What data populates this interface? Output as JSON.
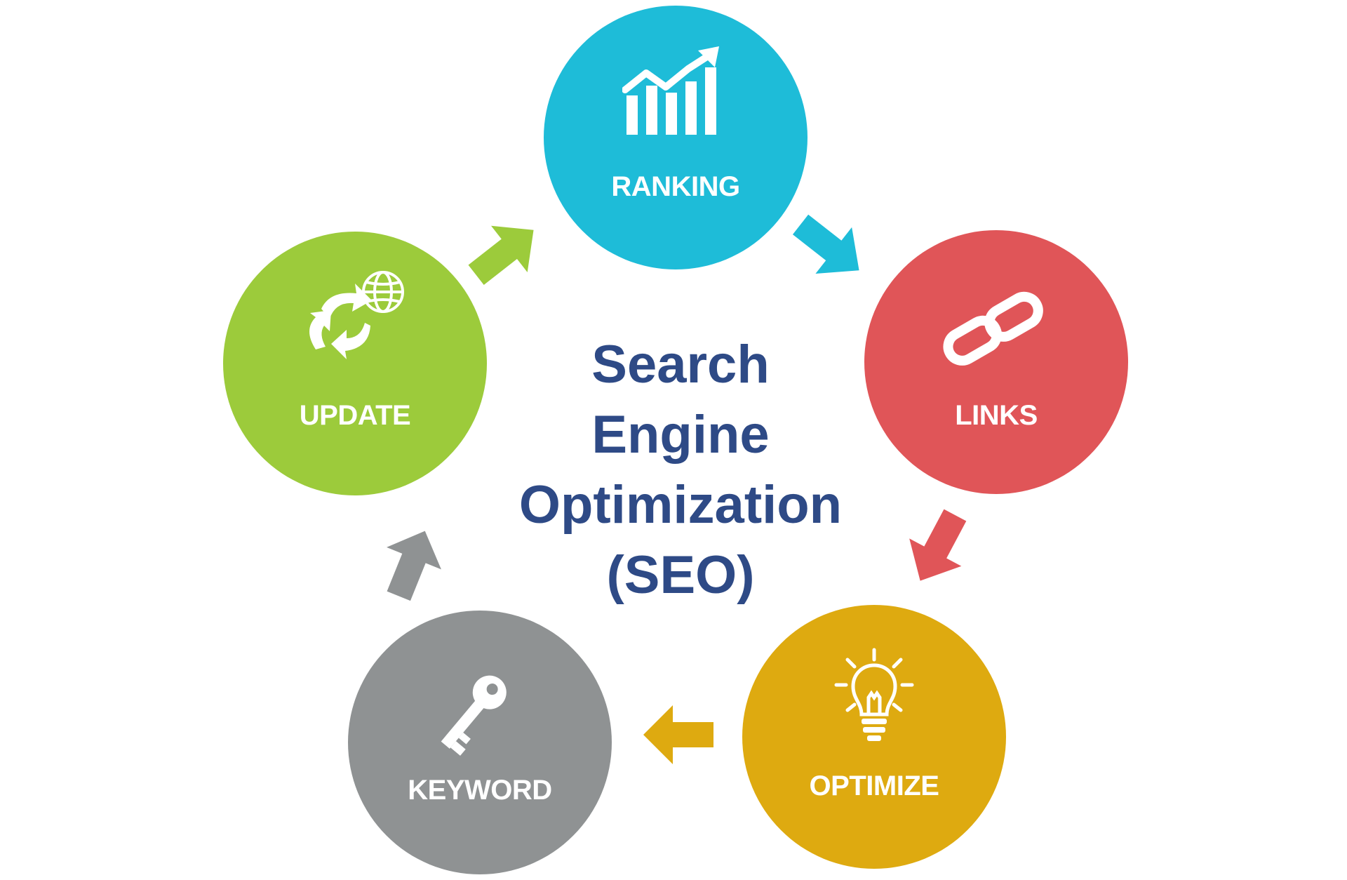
{
  "center": {
    "line1": "Search",
    "line2": "Engine",
    "line3": "Optimization",
    "line4": "(SEO)"
  },
  "nodes": [
    {
      "label": "RANKING",
      "icon": "bar-chart-trend-icon",
      "color": "#1ebcd8"
    },
    {
      "label": "LINKS",
      "icon": "chain-link-icon",
      "color": "#e05558"
    },
    {
      "label": "OPTIMIZE",
      "icon": "lightbulb-icon",
      "color": "#deaa10"
    },
    {
      "label": "KEYWORD",
      "icon": "key-icon",
      "color": "#8f9293"
    },
    {
      "label": "UPDATE",
      "icon": "refresh-globe-icon",
      "color": "#9ccb3b"
    }
  ],
  "text_color": "#2e4a86"
}
